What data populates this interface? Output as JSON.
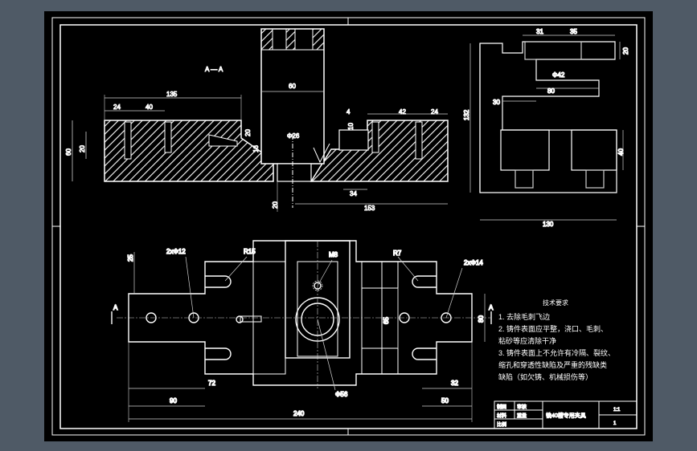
{
  "colors": {
    "background": "#000000",
    "frame": "#4f5a66",
    "line": "#ffffff",
    "dimension_line": "#d8d8d8",
    "hatch": "#ffffff"
  },
  "section": {
    "label": "A — A",
    "dims": {
      "d135": "135",
      "d24a": "24",
      "d40": "40",
      "d60top": "60",
      "d4": "4",
      "d10": "10",
      "d42": "42",
      "d24b": "24",
      "d20": "20",
      "d16": "16",
      "d60v": "60",
      "d20v": "20",
      "d26": "Φ26",
      "d34": "34",
      "d153": "153",
      "d20b": "20"
    }
  },
  "side_view": {
    "dims": {
      "d31": "31",
      "d35": "35",
      "d20": "20",
      "d42": "Φ42",
      "d80": "80",
      "d30": "30",
      "d132": "132",
      "d40": "40",
      "d130": "130"
    }
  },
  "plan_view": {
    "dims": {
      "d25": "25",
      "hole_left": "2xΦ12",
      "r15": "R15",
      "m8": "M8",
      "r7": "R7",
      "hole_right": "2xΦ14",
      "d65": "65",
      "d80": "80",
      "d72": "72",
      "d32": "32",
      "d90": "90",
      "d50": "50",
      "d240": "240",
      "d56": "Φ56",
      "a_left": "A",
      "a_right": "A"
    }
  },
  "notes": {
    "title": "技术要求",
    "lines": [
      "1. 去除毛刺飞边",
      "2. 铸件表面应平整，浇口、毛刺、",
      "粘砂等应清除干净",
      "3. 铸件表面上不允许有冷隔、裂纹、",
      "缩孔和穿透性缺陷及严重的残缺类",
      "缺陷（如欠铸、机械损伤等）"
    ]
  },
  "title_block": {
    "part_name": "铣40槽专用夹具",
    "cell_a": "制图",
    "cell_b": "审核",
    "cell_c": "材料",
    "cell_d": "比例",
    "cell_e": "1:1",
    "cell_f": "1",
    "cell_g": "重量"
  }
}
